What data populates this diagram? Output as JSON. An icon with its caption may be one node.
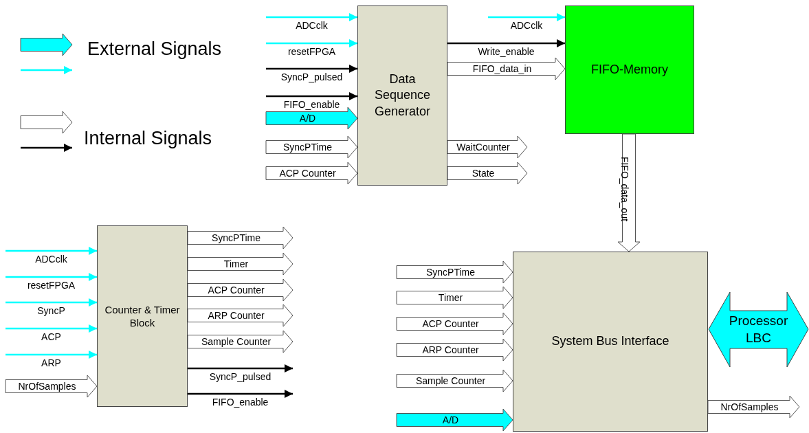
{
  "diagram": {
    "nodes": [
      {
        "text": [
          "Data Sequence Generator"
        ]
      },
      {
        "text": [
          "FIFO-Memory"
        ]
      },
      {
        "text": [
          "Counter & Timer Block"
        ]
      },
      {
        "text": [
          "System Bus Interface"
        ]
      },
      {
        "text": [
          "Processor LBC"
        ]
      }
    ],
    "edges": [
      {
        "from": null,
        "to": 0,
        "arrow": "to",
        "label": "ADCclk",
        "color": "#00ffff"
      },
      {
        "from": null,
        "to": 0,
        "arrow": "to",
        "label": "resetFPGA",
        "color": "#00ffff"
      },
      {
        "from": null,
        "to": 0,
        "arrow": "to",
        "label": "SyncP_pulsed",
        "color": "#000000"
      },
      {
        "from": null,
        "to": 0,
        "arrow": "to",
        "label": "FIFO_enable",
        "color": "#000000"
      },
      {
        "from": null,
        "to": 0,
        "arrow": "to",
        "label": "A/D",
        "style": "thick",
        "color": "#00ffff"
      },
      {
        "from": null,
        "to": 0,
        "arrow": "to",
        "label": "SyncPTime",
        "style": "thick"
      },
      {
        "from": null,
        "to": 0,
        "arrow": "to",
        "label": "ACP Counter",
        "style": "thick"
      },
      {
        "from": 0,
        "to": 1,
        "arrow": "to",
        "label": "Write_enable",
        "color": "#000000"
      },
      {
        "from": 0,
        "to": 1,
        "arrow": "to",
        "label": "FIFO_data_in",
        "style": "thick"
      },
      {
        "from": 0,
        "to": null,
        "arrow": "to",
        "label": "WaitCounter",
        "style": "thick"
      },
      {
        "from": 0,
        "to": null,
        "arrow": "to",
        "label": "State",
        "style": "thick"
      },
      {
        "from": null,
        "to": 1,
        "arrow": "to",
        "label": "ADCclk",
        "color": "#00ffff"
      },
      {
        "from": 1,
        "to": 3,
        "arrow": "to",
        "label": "FIFO_data_out",
        "style": "thick"
      },
      {
        "from": null,
        "to": 2,
        "arrow": "to",
        "label": "ADCclk",
        "color": "#00ffff"
      },
      {
        "from": null,
        "to": 2,
        "arrow": "to",
        "label": "resetFPGA",
        "color": "#00ffff"
      },
      {
        "from": null,
        "to": 2,
        "arrow": "to",
        "label": "SyncP",
        "color": "#00ffff"
      },
      {
        "from": null,
        "to": 2,
        "arrow": "to",
        "label": "ACP",
        "color": "#00ffff"
      },
      {
        "from": null,
        "to": 2,
        "arrow": "to",
        "label": "ARP",
        "color": "#00ffff"
      },
      {
        "from": null,
        "to": 2,
        "arrow": "to",
        "label": "NrOfSamples",
        "style": "thick"
      },
      {
        "from": 2,
        "to": null,
        "arrow": "to",
        "label": "SyncPTime",
        "style": "thick"
      },
      {
        "from": 2,
        "to": null,
        "arrow": "to",
        "label": "Timer",
        "style": "thick"
      },
      {
        "from": 2,
        "to": null,
        "arrow": "to",
        "label": "ACP Counter",
        "style": "thick"
      },
      {
        "from": 2,
        "to": null,
        "arrow": "to",
        "label": "ARP Counter",
        "style": "thick"
      },
      {
        "from": 2,
        "to": null,
        "arrow": "to",
        "label": "Sample Counter",
        "style": "thick"
      },
      {
        "from": 2,
        "to": null,
        "arrow": "to",
        "label": "SyncP_pulsed",
        "color": "#000000"
      },
      {
        "from": 2,
        "to": null,
        "arrow": "to",
        "label": "FIFO_enable",
        "color": "#000000"
      },
      {
        "from": null,
        "to": 3,
        "arrow": "to",
        "label": "SyncPTime",
        "style": "thick"
      },
      {
        "from": null,
        "to": 3,
        "arrow": "to",
        "label": "Timer",
        "style": "thick"
      },
      {
        "from": null,
        "to": 3,
        "arrow": "to",
        "label": "ACP Counter",
        "style": "thick"
      },
      {
        "from": null,
        "to": 3,
        "arrow": "to",
        "label": "ARP Counter",
        "style": "thick"
      },
      {
        "from": null,
        "to": 3,
        "arrow": "to",
        "label": "Sample Counter",
        "style": "thick"
      },
      {
        "from": null,
        "to": 3,
        "arrow": "to",
        "label": "A/D",
        "style": "thick",
        "color": "#00ffff"
      },
      {
        "from": 3,
        "to": null,
        "arrow": "to",
        "label": "NrOfSamples",
        "style": "thick"
      }
    ],
    "legend": [
      {
        "text": "External Signals"
      },
      {
        "text": "Internal Signals"
      }
    ]
  }
}
